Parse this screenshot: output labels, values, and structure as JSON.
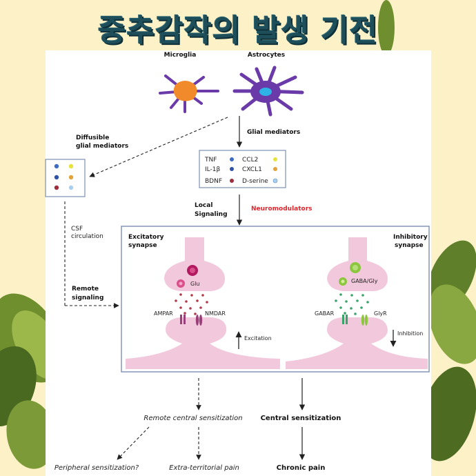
{
  "page_title": "중추감작의 발생 기전",
  "figure": {
    "cells": {
      "microglia": "Microglia",
      "astrocytes": "Astrocytes"
    },
    "glial_mediators_label": "Glial mediators",
    "diffusible_label_line1": "Diffusible",
    "diffusible_label_line2": "glial mediators",
    "mediators": [
      {
        "name": "TNF",
        "color": "#3c6bc4"
      },
      {
        "name": "CCL2",
        "color": "#e7e33a"
      },
      {
        "name": "IL-1β",
        "color": "#2f53a6"
      },
      {
        "name": "CXCL1",
        "color": "#e2a43a"
      },
      {
        "name": "BDNF",
        "color": "#9c2d3a"
      },
      {
        "name": "D-serine",
        "color": "#a9cfee"
      }
    ],
    "local_signaling_line1": "Local",
    "local_signaling_line2": "Signaling",
    "neuromodulators": "Neuromodulators",
    "csf_line1": "CSF",
    "csf_line2": "circulation",
    "remote_line1": "Remote",
    "remote_line2": "signaling",
    "excitatory_line1": "Excitatory",
    "excitatory_line2": "synapse",
    "inhibitory_line1": "Inhibitory",
    "inhibitory_line2": "synapse",
    "glu": "Glu",
    "gaba_gly": "GABA/Gly",
    "ampar": "AMPAR",
    "nmdar": "NMDAR",
    "gabar": "GABAR",
    "glyr": "GlyR",
    "excitation": "Excitation",
    "inhibition": "Inhibition",
    "remote_central_sensitization": "Remote central sensitization",
    "central_sensitization": "Central sensitization",
    "peripheral_sensitization": "Peripheral sensitization?",
    "extra_territorial_pain": "Extra-territorial pain",
    "chronic_pain": "Chronic pain"
  },
  "colors": {
    "title": "#1e4e5a",
    "background": "#fdf1c8",
    "panel_border": "#7a8fb5",
    "neuron_fill": "#f2c9dc",
    "glu_dots": "#b23a4a",
    "gaba_dots": "#3aa36a",
    "neuromodulators": "#e0242b",
    "microglia_body": "#f08a2a",
    "astro_body": "#2db3e6",
    "cell_processes": "#6a3aa8"
  }
}
